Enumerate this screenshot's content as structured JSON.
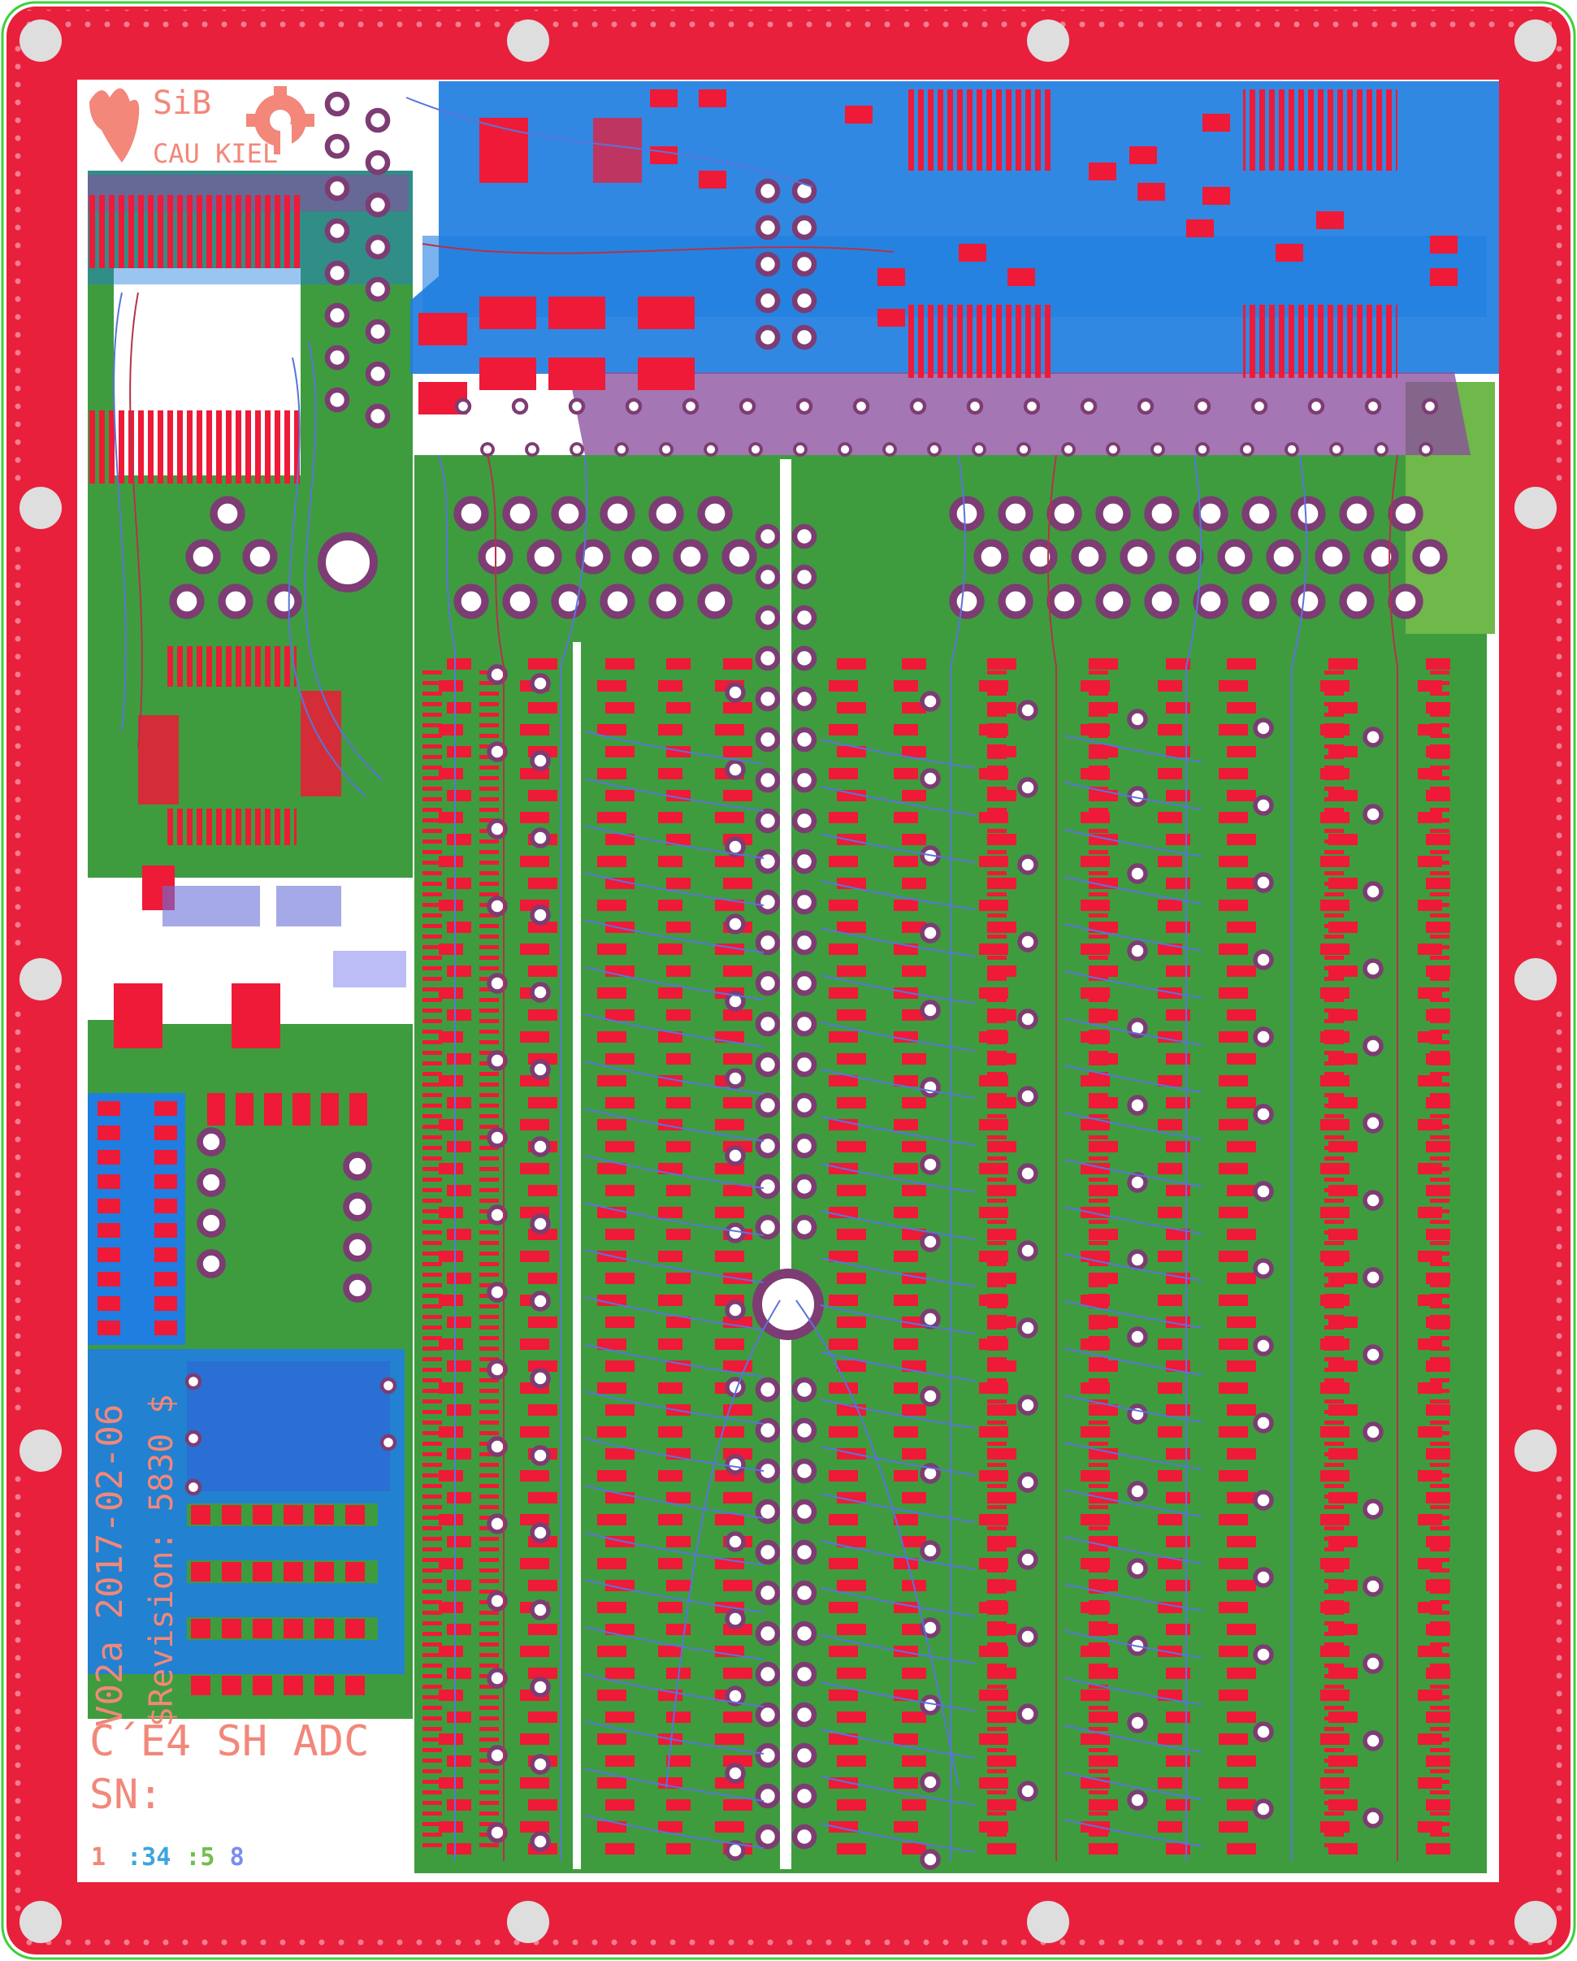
{
  "colors": {
    "frame": "#e8203c",
    "frame_dot": "#f37d90",
    "outline": "#3bd13b",
    "copper_bottom": "#1f7ee0",
    "ground_fill": "#3e9c3e",
    "pad": "#ee1a37",
    "via_ring": "#7d3c73",
    "silkscreen": "#f2877a",
    "purple_zone": "#8a4f9e",
    "trace_blue": "#5a74d9",
    "trace_red": "#b5324a"
  },
  "silkscreen": {
    "logo_line1": "SiB",
    "logo_line2": "CAU KIEL",
    "version": "V02a 2017-02-06",
    "revision": "$Revision: 5830 $",
    "board_name": "C´E4 SH ADC",
    "serial_label": "SN:",
    "layer_stack": [
      "1",
      ":34",
      ":5",
      "8"
    ]
  },
  "layer_stack_colors": [
    "#f2877a",
    "#3aa6e0",
    "#6fbf4a",
    "#7a8cf0"
  ],
  "icons": [
    "dragon-logo-icon",
    "open-hardware-gear-icon"
  ]
}
